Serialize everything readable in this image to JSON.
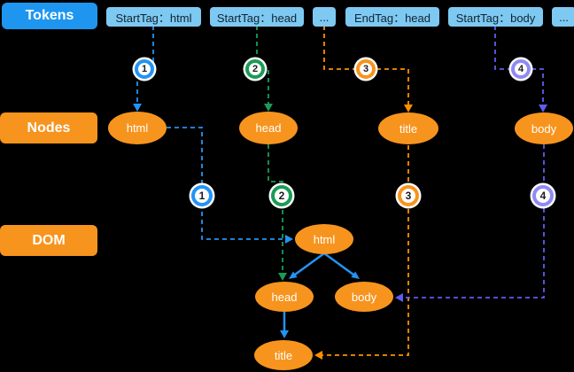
{
  "colors": {
    "background": "#000000",
    "tokens_label_bg": "#1E96F0",
    "token_box_bg": "#7EC9F2",
    "token_text": "#0E2433",
    "node_orange": "#F7941E",
    "line_blue": "#2493F5",
    "line_green": "#1B9B55",
    "line_orange": "#FF8F00",
    "line_purple": "#5D5DF0",
    "step4_ring_purple": "#8F8AF4"
  },
  "row_labels": {
    "tokens": "Tokens",
    "nodes": "Nodes",
    "dom": "DOM"
  },
  "tokens": [
    {
      "label": "StartTag：html"
    },
    {
      "label": "StartTag：head"
    },
    {
      "label": "..."
    },
    {
      "label": "EndTag：head"
    },
    {
      "label": "StartTag：body"
    },
    {
      "label": "..."
    }
  ],
  "steps_top": [
    "1",
    "2",
    "3",
    "4"
  ],
  "steps_mid": [
    "1",
    "2",
    "3",
    "4"
  ],
  "nodes_row": [
    "html",
    "head",
    "title",
    "body"
  ],
  "dom_nodes": [
    "html",
    "head",
    "body",
    "title"
  ]
}
